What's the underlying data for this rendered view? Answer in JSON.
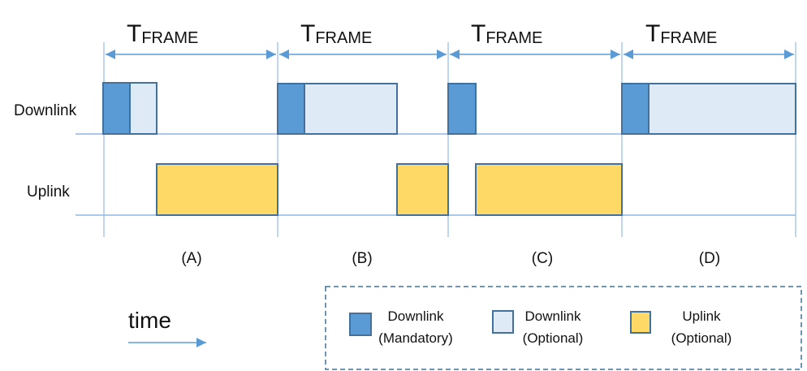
{
  "frame_label": {
    "main": "T",
    "sub": "FRAME"
  },
  "rows": {
    "downlink": "Downlink",
    "uplink": "Uplink"
  },
  "cases": [
    "(A)",
    "(B)",
    "(C)",
    "(D)"
  ],
  "time_label": "time",
  "legend": [
    {
      "line1": "Downlink",
      "line2": "(Mandatory)",
      "color": "#5b9bd5"
    },
    {
      "line1": "Downlink",
      "line2": "(Optional)",
      "color": "#deebf7"
    },
    {
      "line1": "Uplink",
      "line2": "(Optional)",
      "color": "#ffd966"
    }
  ]
}
